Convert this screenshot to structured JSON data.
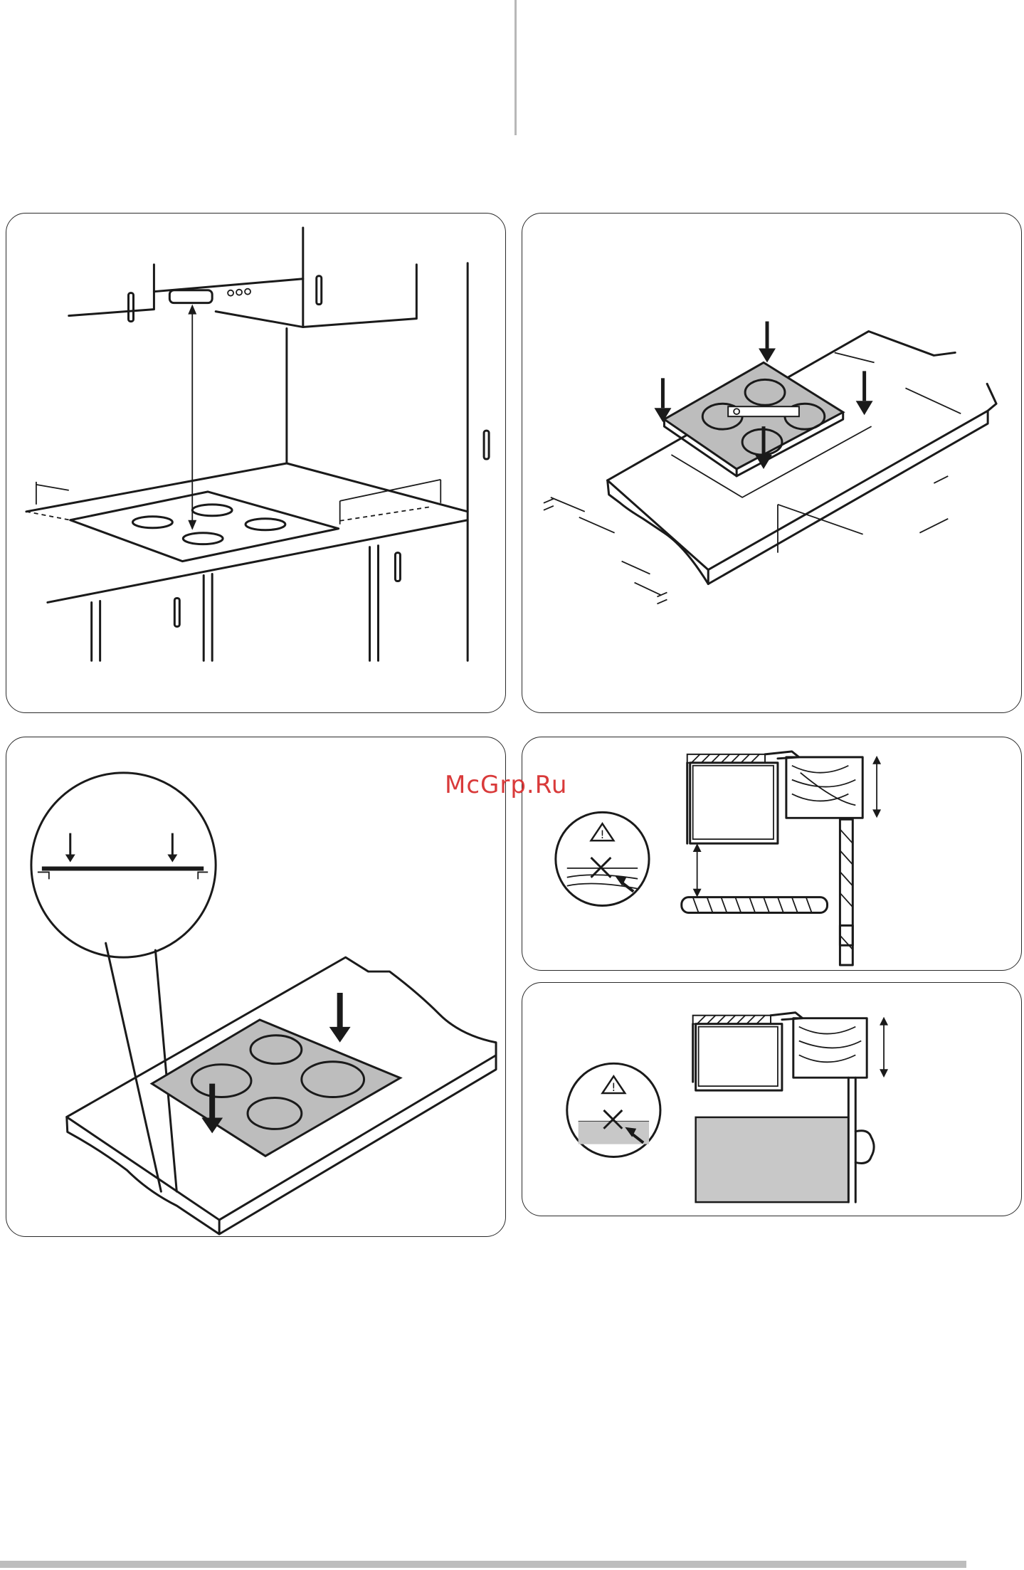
{
  "watermark": "McGrp.Ru",
  "figures": [
    {
      "id": "clearance-under-hood",
      "icon": "kitchen-clearance-illustration"
    },
    {
      "id": "cutout-dimensions",
      "icon": "worktop-cutout-illustration"
    },
    {
      "id": "seal-and-insert",
      "icon": "hob-insertion-illustration"
    },
    {
      "id": "drawer-clearance",
      "icon": "drawer-mounting-illustration"
    },
    {
      "id": "oven-below",
      "icon": "oven-mounting-illustration"
    }
  ],
  "colors": {
    "line": "#1a1a1a",
    "hob_fill": "#bdbdbd",
    "oven_fill": "#c8c8c8",
    "watermark": "#d93a3a",
    "separator": "#b8b8b8"
  }
}
